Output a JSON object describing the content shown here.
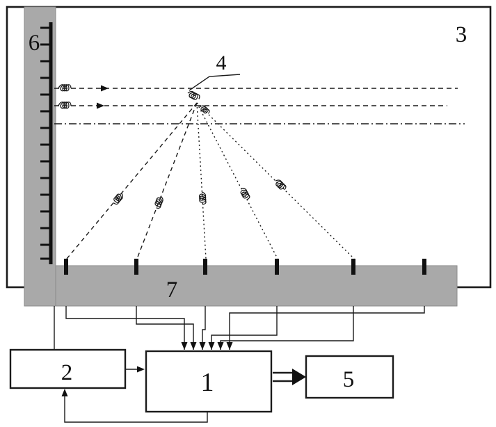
{
  "diagram": {
    "labels": {
      "control_unit": "1",
      "source_driver": "2",
      "chamber": "3",
      "scatter_point": "4",
      "output_unit": "5",
      "source_array": "6",
      "detector_array": "7"
    },
    "colors": {
      "bar_fill": "#a9a9a9",
      "line": "#1a1a1a",
      "background": "#ffffff"
    }
  }
}
